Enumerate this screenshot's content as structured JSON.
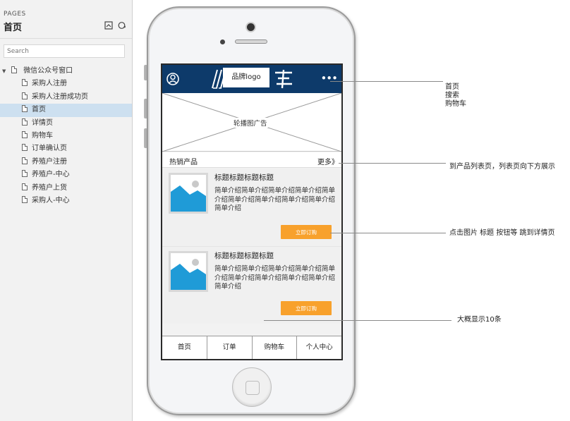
{
  "panel": {
    "caption": "PAGES",
    "current_page": "首页",
    "search_placeholder": "Search",
    "tree": {
      "root": "微信公众号窗口",
      "pages": [
        "采购人注册",
        "采购人注册成功页",
        "首页",
        "详情页",
        "购物车",
        "订单确认页",
        "养殖户注册",
        "养殖户-中心",
        "养殖户上货",
        "采购人-中心"
      ],
      "selected_index": 2
    }
  },
  "screen": {
    "brand_logo": "品牌logo",
    "more_icon": "•••",
    "banner": "轮播图广告",
    "hot": {
      "title": "热销产品",
      "more": "更多》"
    },
    "products": [
      {
        "title": "标题标题标题标题",
        "desc": "简单介绍简单介绍简单介绍简单介绍简单介绍简单介绍简单介绍简单介绍简单介绍简单介绍",
        "button": "立即订购"
      },
      {
        "title": "标题标题标题标题",
        "desc": "简单介绍简单介绍简单介绍简单介绍简单介绍简单介绍简单介绍简单介绍简单介绍简单介绍",
        "button": "立即订购"
      }
    ],
    "tabs": [
      "首页",
      "订单",
      "购物车",
      "个人中心"
    ]
  },
  "annotations": {
    "header": [
      "首页",
      "搜索",
      "购物车"
    ],
    "more": "到产品列表页，列表页向下方展示",
    "click": "点击图片 标题 按钮等 跳到详情页",
    "count": "大概显示10条"
  },
  "colors": {
    "topbar": "#0d3a6a",
    "button": "#f8a12c",
    "selected_row": "#cde0f0",
    "image_blue": "#1f9bd7"
  }
}
